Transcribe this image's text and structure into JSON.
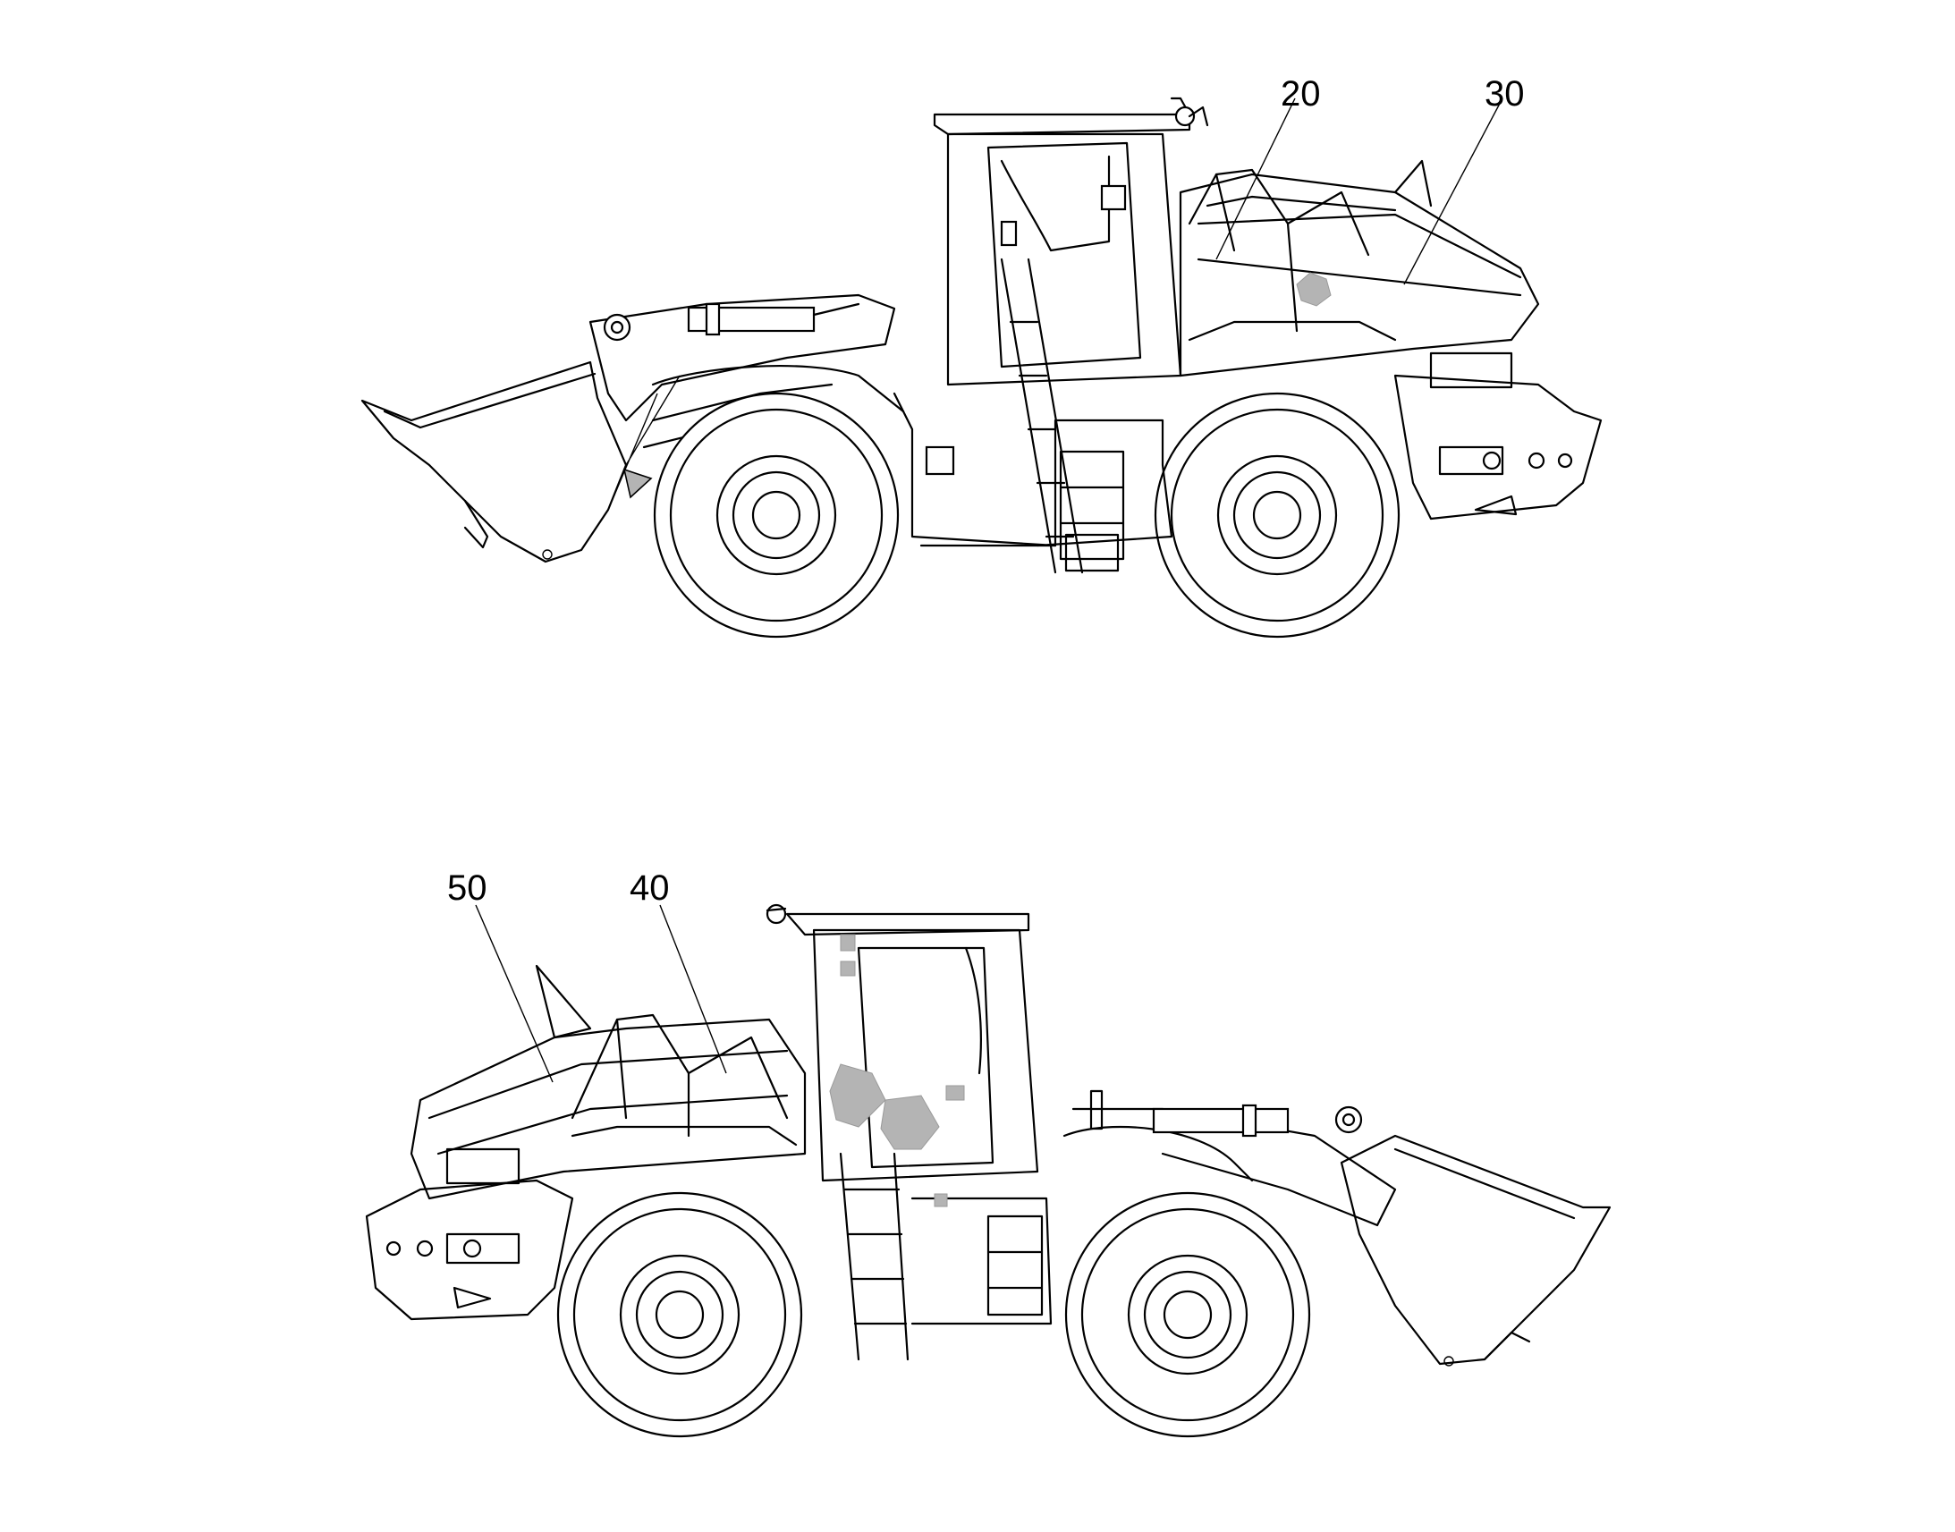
{
  "colors": {
    "line": "#000000",
    "background": "#ffffff",
    "decal": "#b4b4b4"
  },
  "callouts": {
    "c20": "20",
    "c30": "30",
    "c40": "40",
    "c50": "50"
  }
}
